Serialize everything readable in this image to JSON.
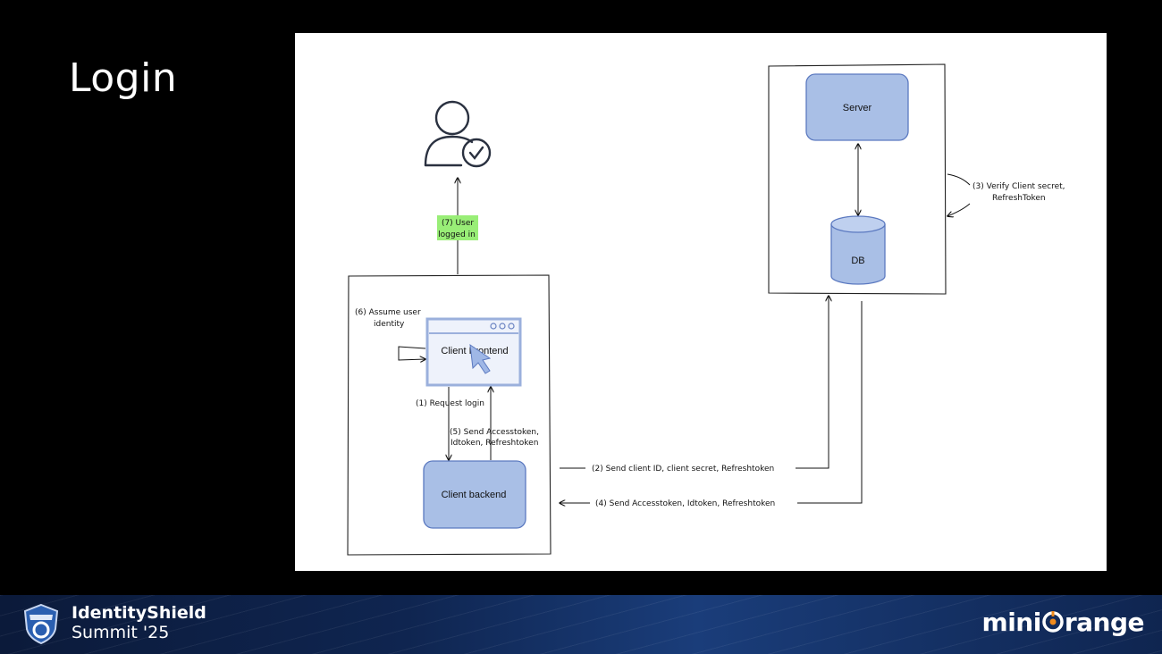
{
  "slide": {
    "title": "Login"
  },
  "diagram": {
    "nodes": {
      "server": "Server",
      "db": "DB",
      "client_frontend": "Client Frontend",
      "client_backend": "Client backend"
    },
    "steps": {
      "request_login": "(1) Request login",
      "send_client_id_1": "(2) Send client ID, client secret, Refreshtoken",
      "verify_1": "(3) Verify Client secret,",
      "verify_2": "RefreshToken",
      "send_tokens_backend": "(4) Send Accesstoken, Idtoken, Refreshtoken",
      "send_tokens_frontend_1": "(5) Send Accesstoken,",
      "send_tokens_frontend_2": "Idtoken, Refreshtoken",
      "assume_identity_1": "(6) Assume user",
      "assume_identity_2": "identity",
      "user_logged_in_1": "(7) User",
      "user_logged_in_2": "logged in"
    },
    "colors": {
      "node_fill": "#a9bfe6",
      "node_stroke": "#5b79c0",
      "highlight": "#99ee77"
    },
    "icons": [
      "user-check-icon",
      "browser-window-icon",
      "cursor-arrow-icon",
      "database-icon"
    ]
  },
  "footer": {
    "event_name_line1": "IdentityShield",
    "event_name_line2": "Summit '25",
    "brand_pre": "mini",
    "brand_post": "range"
  }
}
